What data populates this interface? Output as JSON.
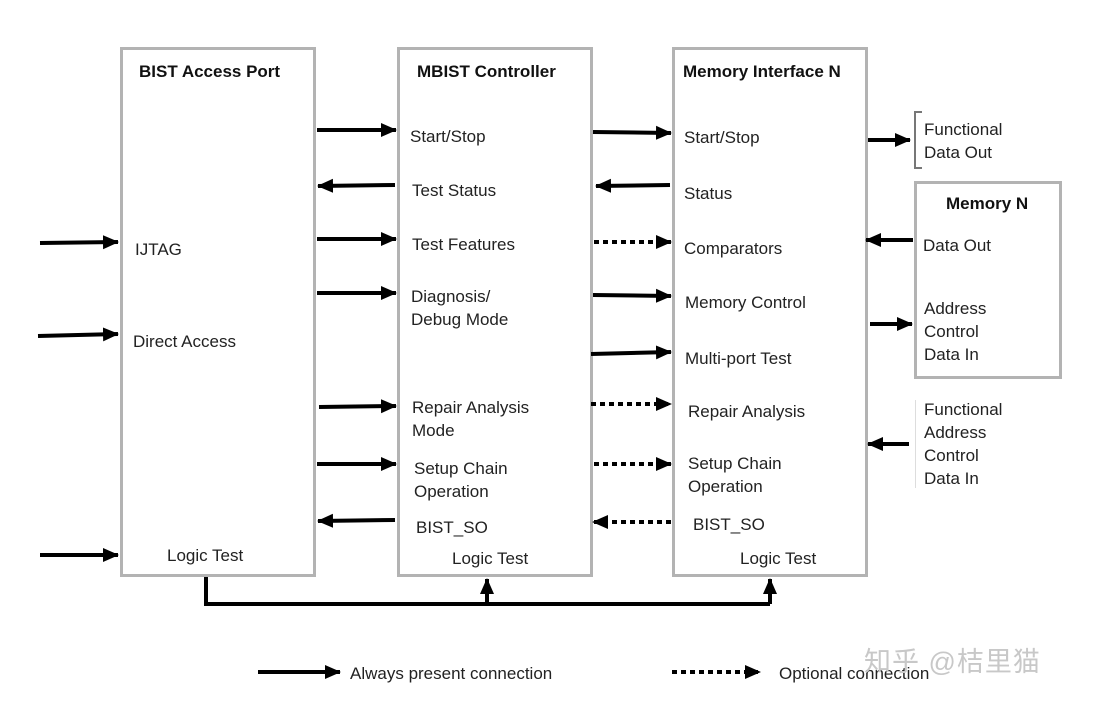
{
  "blocks": {
    "bist_access_port": {
      "title": "BIST Access Port",
      "ijtag": "IJTAG",
      "direct_access": "Direct Access",
      "logic_test": "Logic Test"
    },
    "mbist_controller": {
      "title": "MBIST Controller",
      "start_stop": "Start/Stop",
      "test_status": "Test Status",
      "test_features": "Test Features",
      "diagnosis": [
        "Diagnosis/",
        "Debug Mode"
      ],
      "repair_analysis": [
        "Repair Analysis",
        "Mode"
      ],
      "setup_chain": [
        "Setup Chain",
        "Operation"
      ],
      "bist_so": "BIST_SO",
      "logic_test": "Logic Test"
    },
    "memory_interface": {
      "title": "Memory Interface N",
      "start_stop": "Start/Stop",
      "status": "Status",
      "comparators": "Comparators",
      "memory_control": "Memory Control",
      "multi_port_test": "Multi-port Test",
      "repair_analysis": "Repair Analysis",
      "setup_chain": [
        "Setup Chain",
        "Operation"
      ],
      "bist_so": "BIST_SO",
      "logic_test": "Logic Test"
    },
    "memory": {
      "title": "Memory N",
      "data_out": "Data Out",
      "inputs": [
        "Address",
        "Control",
        "Data In"
      ]
    }
  },
  "external": {
    "functional_data_out": [
      "Functional",
      "Data Out"
    ],
    "functional_inputs": [
      "Functional",
      "Address",
      "Control",
      "Data In"
    ]
  },
  "legend": {
    "solid": "Always present connection",
    "dotted": "Optional connection"
  },
  "watermark": "知乎 @桔里猫",
  "colors": {
    "block_border": "#b3b3b3",
    "arrow": "#000000",
    "text": "#222222"
  }
}
